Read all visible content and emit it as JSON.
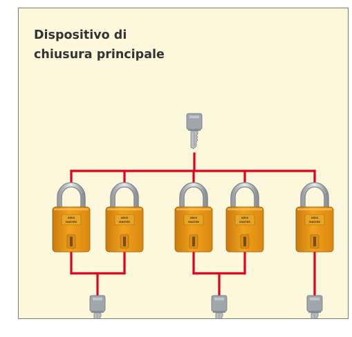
{
  "diagram": {
    "title": "Dispositivo di\nchiusura principale",
    "padlock_brand": "ABUS",
    "padlock_model": "MASTER",
    "colors": {
      "background": "#fdf7dc",
      "border": "#7d7a70",
      "connector": "#e2001a",
      "title": "#333333",
      "padlock_body": "#f2a21c",
      "key": "#a0a7ac"
    },
    "master_key": {
      "icon": "key-icon"
    },
    "padlocks": [
      {
        "group": 1,
        "icon": "padlock-icon"
      },
      {
        "group": 1,
        "icon": "padlock-icon"
      },
      {
        "group": 2,
        "icon": "padlock-icon"
      },
      {
        "group": 2,
        "icon": "padlock-icon"
      },
      {
        "group": 3,
        "icon": "padlock-icon"
      }
    ],
    "group_keys": [
      {
        "group": 1,
        "icon": "key-icon"
      },
      {
        "group": 2,
        "icon": "key-icon"
      },
      {
        "group": 3,
        "icon": "key-icon"
      }
    ]
  }
}
